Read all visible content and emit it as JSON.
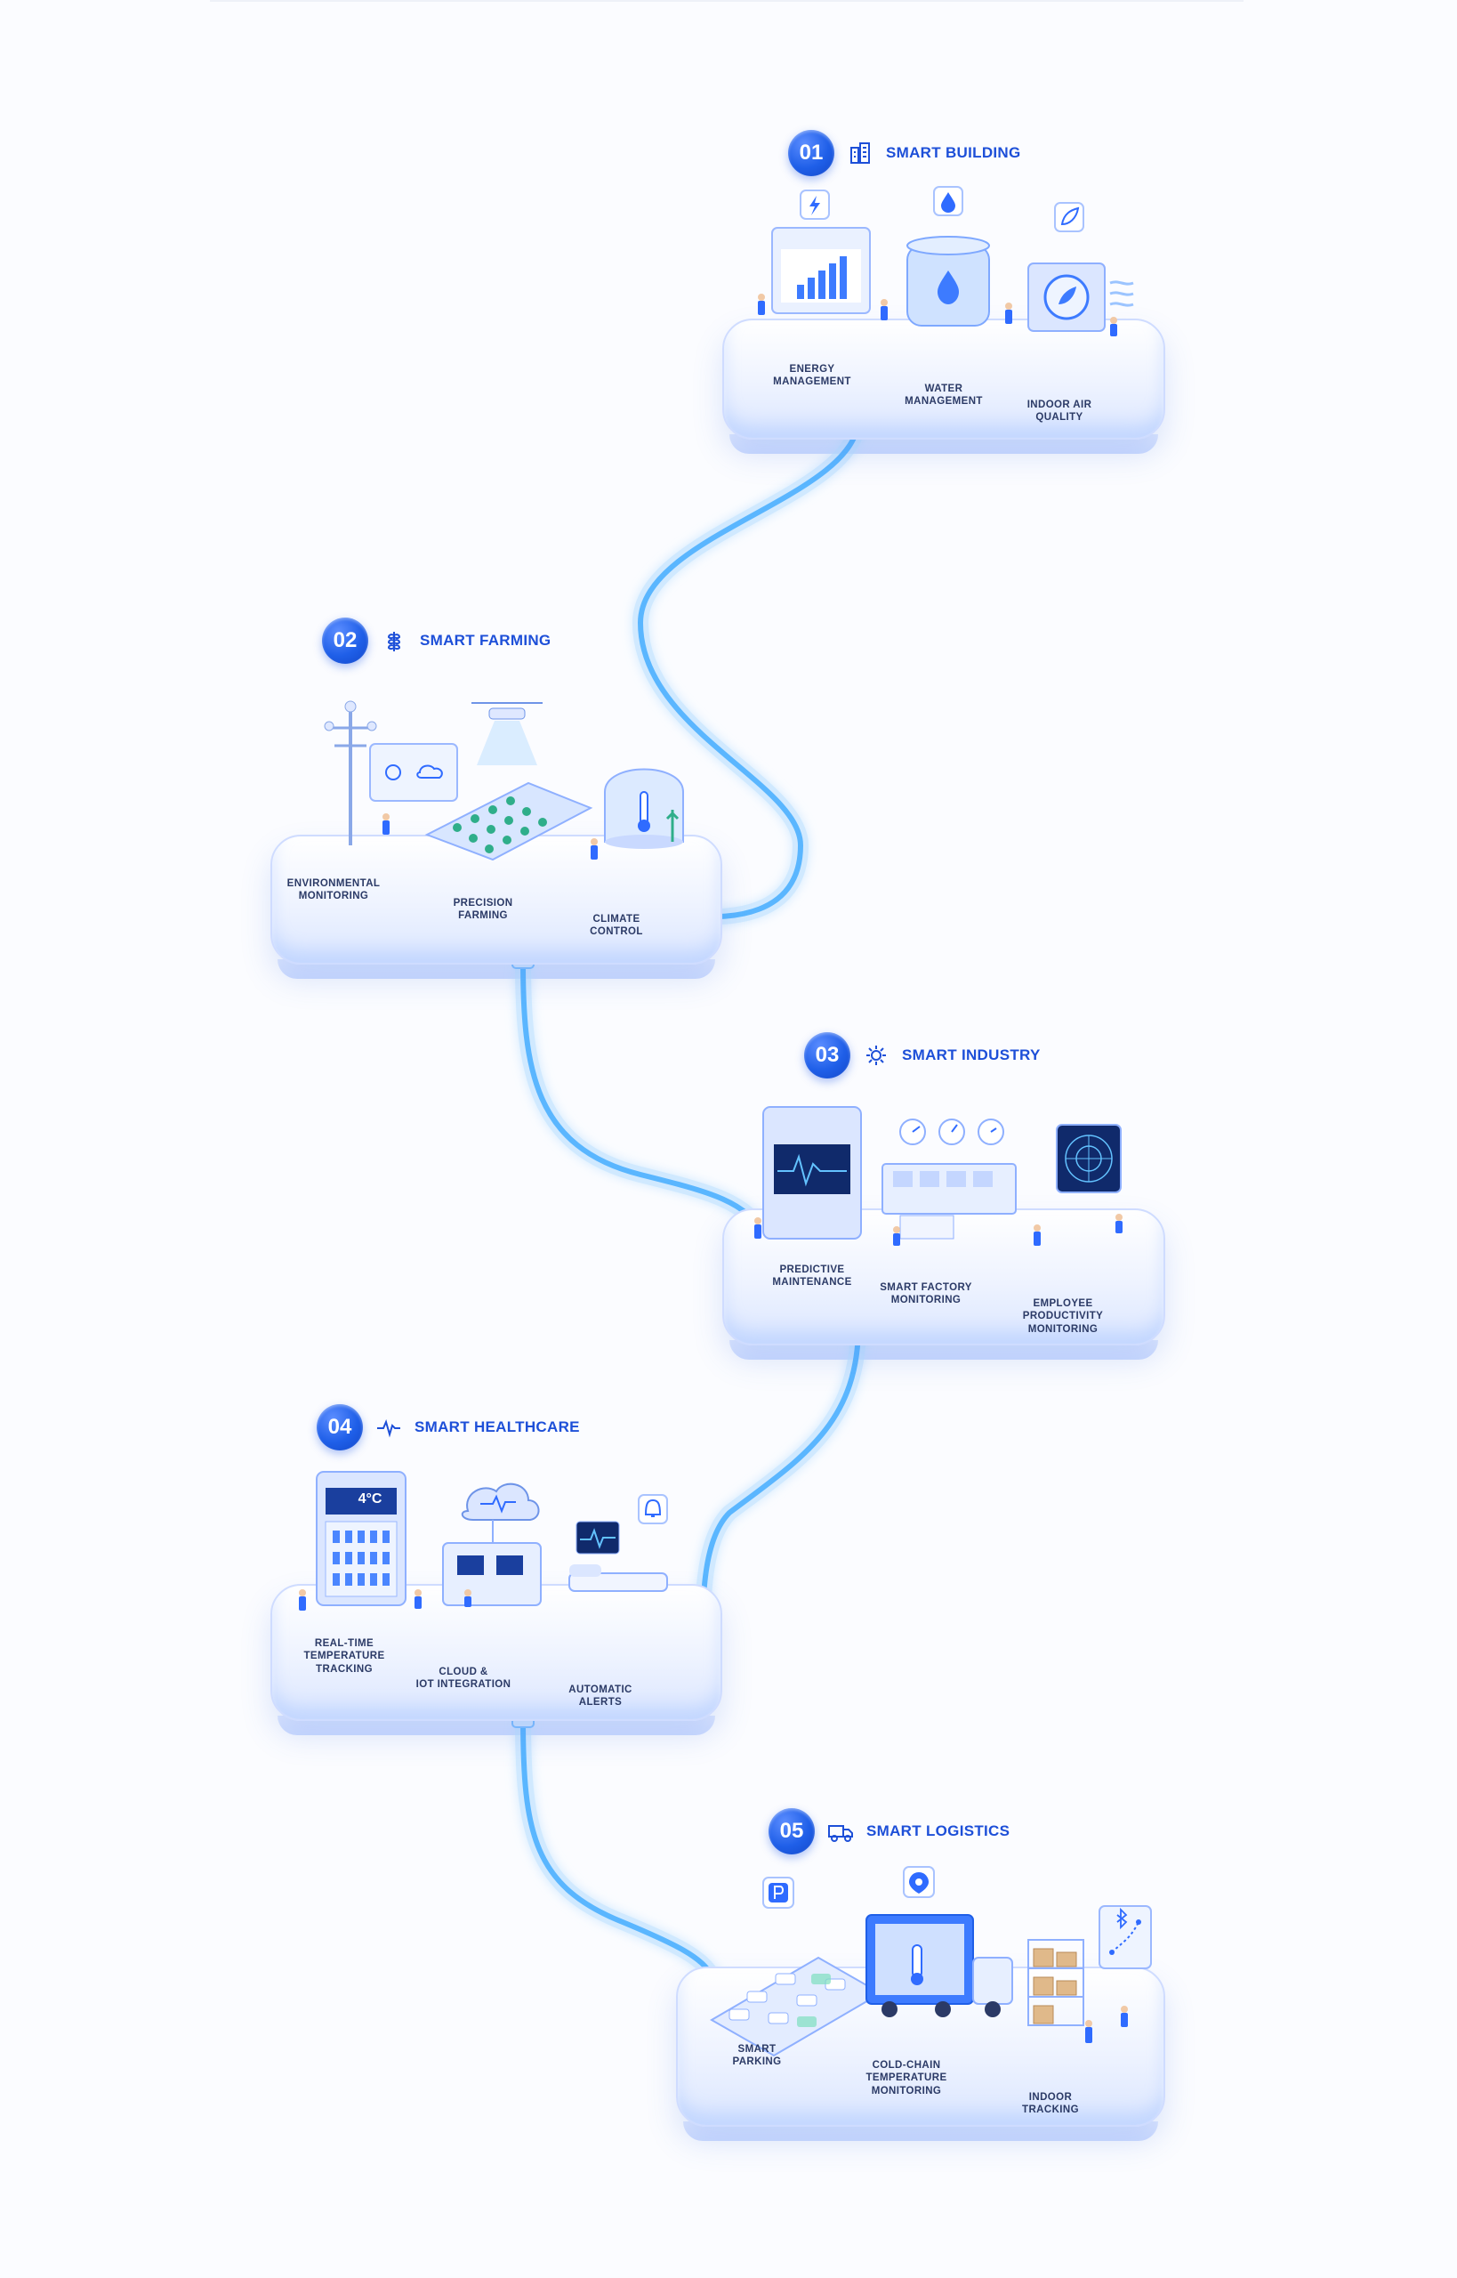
{
  "sections": [
    {
      "num": "01",
      "title": "SMART BUILDING",
      "icon": "building-icon",
      "items": [
        "ENERGY\nMANAGEMENT",
        "WATER\nMANAGEMENT",
        "INDOOR AIR\nQUALITY"
      ]
    },
    {
      "num": "02",
      "title": "SMART FARMING",
      "icon": "wheat-icon",
      "items": [
        "ENVIRONMENTAL\nMONITORING",
        "PRECISION\nFARMING",
        "CLIMATE\nCONTROL"
      ]
    },
    {
      "num": "03",
      "title": "SMART INDUSTRY",
      "icon": "gear-icon",
      "items": [
        "PREDICTIVE\nMAINTENANCE",
        "SMART FACTORY\nMONITORING",
        "EMPLOYEE\nPRODUCTIVITY\nMONITORING"
      ]
    },
    {
      "num": "04",
      "title": "SMART HEALTHCARE",
      "icon": "heartbeat-icon",
      "items": [
        "REAL-TIME\nTEMPERATURE\nTRACKING",
        "CLOUD &\nIOT INTEGRATION",
        "AUTOMATIC\nALERTS"
      ]
    },
    {
      "num": "05",
      "title": "SMART LOGISTICS",
      "icon": "truck-icon",
      "items": [
        "SMART\nPARKING",
        "COLD-CHAIN\nTEMPERATURE\nMONITORING",
        "INDOOR\nTRACKING"
      ]
    }
  ],
  "scene_text": {
    "fridge_temp": "4°C"
  },
  "colors": {
    "accent": "#1f5fe8",
    "title": "#1d4fd8",
    "cable": "#57b6ff",
    "platform_edge": "#cfdcff"
  }
}
